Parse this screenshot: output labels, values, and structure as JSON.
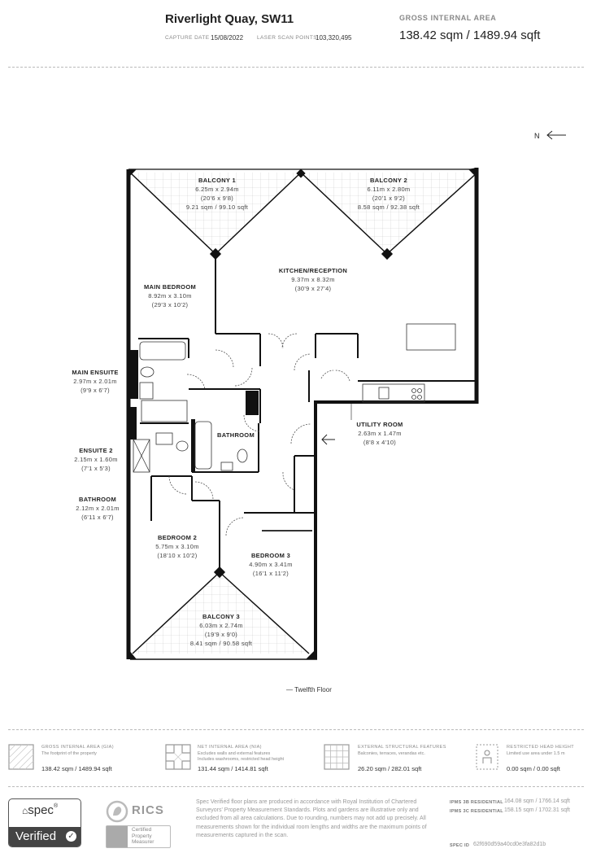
{
  "header": {
    "title": "Riverlight Quay, SW11",
    "capture_date_label": "CAPTURE DATE",
    "capture_date": "15/08/2022",
    "laser_scan_label": "LASER SCAN POINTS",
    "laser_scan_points": "103,320,495",
    "gia_label": "GROSS INTERNAL AREA",
    "gia_value": "138.42 sqm / 1489.94 sqft"
  },
  "compass": {
    "letter": "N"
  },
  "rooms": {
    "balcony1": {
      "name": "BALCONY 1",
      "dims": "6.25m x 2.94m",
      "imperial": "(20'6 x 9'8)",
      "area": "9.21 sqm / 99.10 sqft"
    },
    "balcony2": {
      "name": "BALCONY 2",
      "dims": "6.11m x 2.80m",
      "imperial": "(20'1 x 9'2)",
      "area": "8.58 sqm / 92.38 sqft"
    },
    "kitchen": {
      "name": "KITCHEN/RECEPTION",
      "dims": "9.37m x 8.32m",
      "imperial": "(30'9 x 27'4)"
    },
    "main_bedroom": {
      "name": "MAIN BEDROOM",
      "dims": "8.92m x 3.10m",
      "imperial": "(29'3 x 10'2)"
    },
    "main_ensuite": {
      "name": "MAIN ENSUITE",
      "dims": "2.97m x 2.01m",
      "imperial": "(9'9 x 6'7)"
    },
    "bathroom_inner": {
      "name": "BATHROOM"
    },
    "utility": {
      "name": "UTILITY ROOM",
      "dims": "2.63m x 1.47m",
      "imperial": "(8'8 x 4'10)"
    },
    "ensuite2": {
      "name": "ENSUITE 2",
      "dims": "2.15m x 1.60m",
      "imperial": "(7'1 x 5'3)"
    },
    "bathroom": {
      "name": "BATHROOM",
      "dims": "2.12m x 2.01m",
      "imperial": "(6'11 x 6'7)"
    },
    "bedroom2": {
      "name": "BEDROOM 2",
      "dims": "5.75m x 3.10m",
      "imperial": "(18'10 x 10'2)"
    },
    "bedroom3": {
      "name": "BEDROOM 3",
      "dims": "4.90m x 3.41m",
      "imperial": "(16'1 x 11'2)"
    },
    "balcony3": {
      "name": "BALCONY 3",
      "dims": "6.03m x 2.74m",
      "imperial": "(19'9 x 9'0)",
      "area": "8.41 sqm / 90.58 sqft"
    }
  },
  "floor_label": "— Twelfth Floor",
  "legend": [
    {
      "title": "GROSS INTERNAL AREA (GIA)",
      "sub": "The footprint of the property",
      "value": "138.42 sqm / 1489.94 sqft",
      "icon": "gia-icon"
    },
    {
      "title": "NET INTERNAL AREA (NIA)",
      "sub": "Excludes walls and external features\nIncludes washrooms, restricted head height",
      "value": "131.44 sqm / 1414.81 sqft",
      "icon": "nia-icon"
    },
    {
      "title": "EXTERNAL STRUCTURAL FEATURES",
      "sub": "Balconies, terraces, verandas etc.",
      "value": "26.20 sqm / 282.01 sqft",
      "icon": "grid-icon"
    },
    {
      "title": "RESTRICTED HEAD HEIGHT",
      "sub": "Limited use area under 1.5 m",
      "value": "0.00 sqm / 0.00 sqft",
      "icon": "person-icon"
    }
  ],
  "footer": {
    "spec_brand": "spec",
    "spec_verified": "Verified",
    "rics_brand": "RICS",
    "rics_certified": "Certified\nProperty\nMeasurer",
    "disclaimer": "Spec Verified floor plans are produced in accordance with Royal Institution of Chartered Surveyors' Property Measurement Standards. Plots and gardens are illustrative only and excluded from all area calculations. Due to rounding, numbers may not add up precisely. All measurements shown for the individual room lengths and widths are the maximum points of measurements captured in the scan.",
    "ipms3b_label": "IPMS 3B RESIDENTIAL",
    "ipms3b_value": "164.08 sqm / 1766.14 sqft",
    "ipms3c_label": "IPMS 3C RESIDENTIAL",
    "ipms3c_value": "158.15 sqm / 1702.31 sqft",
    "spec_id_label": "SPEC ID",
    "spec_id": "62f690d59a40cd0e3fa82d1b"
  }
}
